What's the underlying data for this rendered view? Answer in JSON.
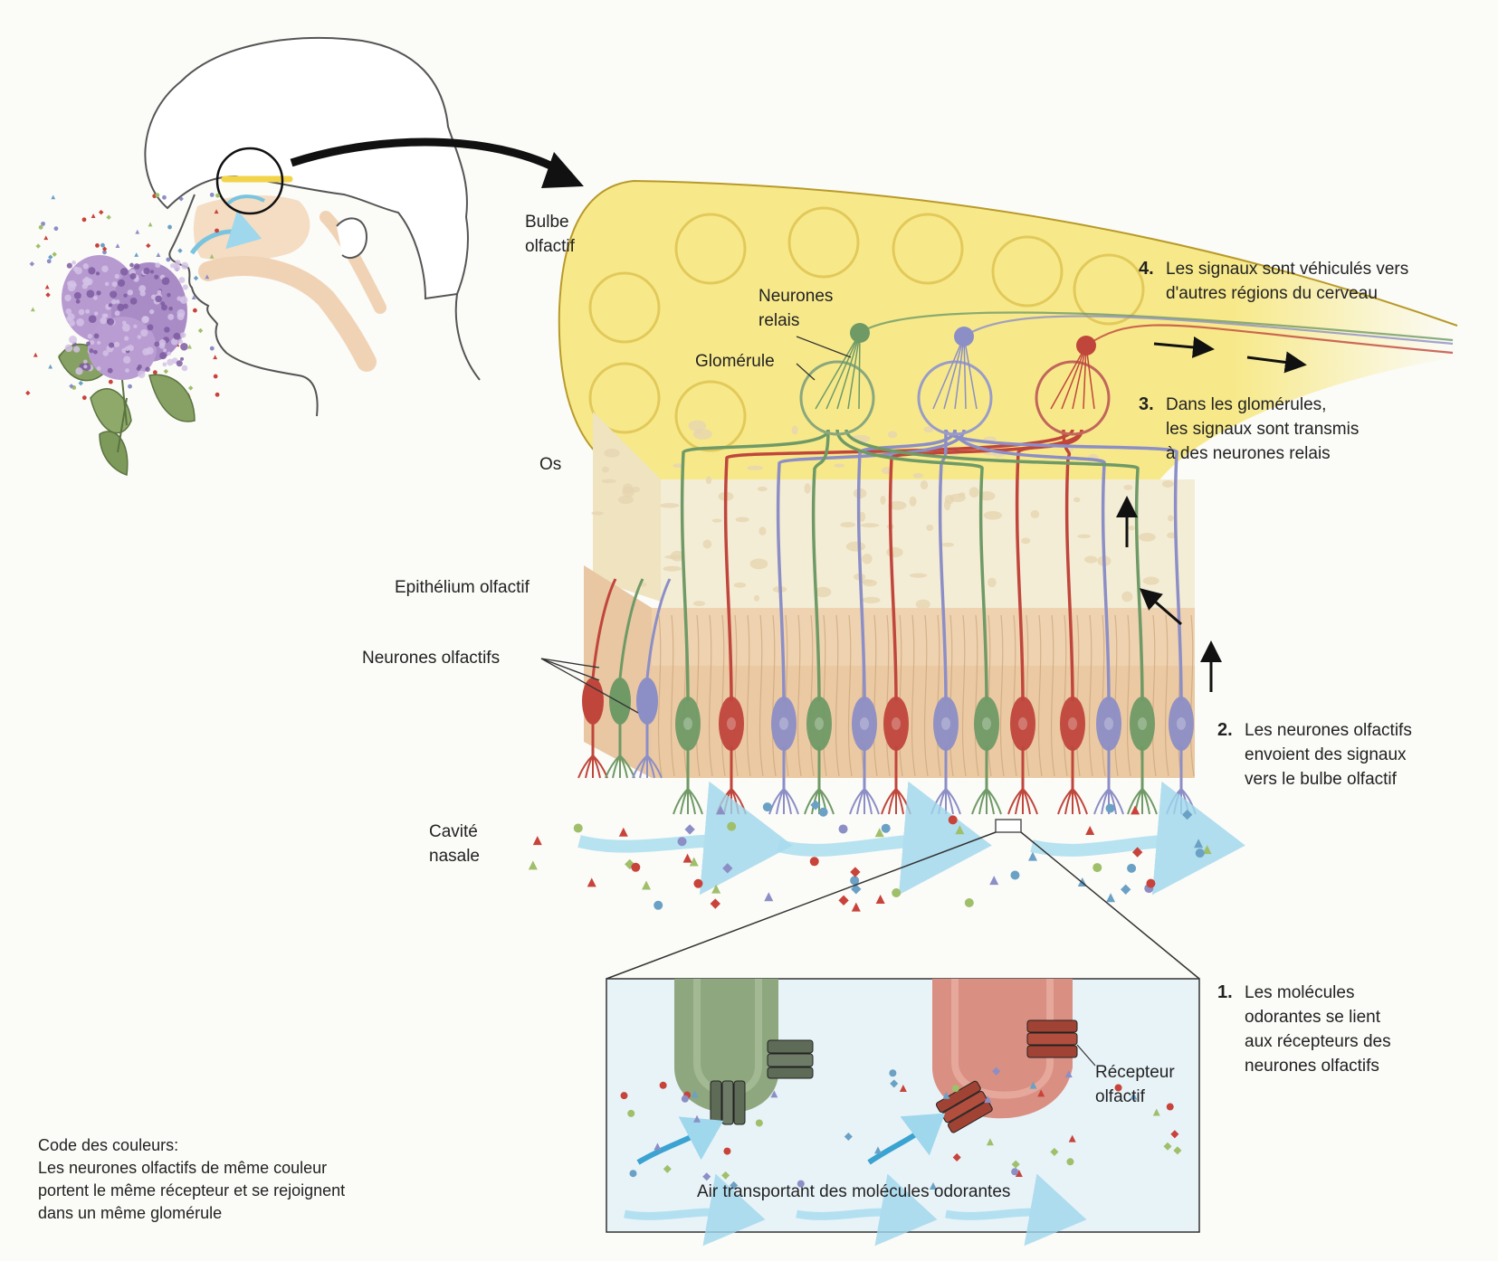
{
  "labels": {
    "bulbe": [
      "Bulbe",
      "olfactif"
    ],
    "neurones_relais": [
      "Neurones",
      "relais"
    ],
    "glomerule": "Glomérule",
    "os": "Os",
    "epithelium": "Epithélium olfactif",
    "neurones_olfactifs": "Neurones olfactifs",
    "cavite": [
      "Cavité",
      "nasale"
    ],
    "recepteur": [
      "Récepteur",
      "olfactif"
    ],
    "air": "Air transportant des molécules odorantes"
  },
  "steps": [
    {
      "num": "1.",
      "lines": [
        "Les molécules",
        "odorantes se lient",
        "aux récepteurs des",
        "neurones olfactifs"
      ]
    },
    {
      "num": "2.",
      "lines": [
        "Les neurones olfactifs",
        "envoient des signaux",
        "vers le bulbe olfactif"
      ]
    },
    {
      "num": "3.",
      "lines": [
        "Dans les glomérules,",
        "les signaux sont transmis",
        "à des neurones relais"
      ]
    },
    {
      "num": "4.",
      "lines": [
        "Les signaux sont véhiculés vers",
        "d'autres régions du cerveau"
      ]
    }
  ],
  "legend": {
    "title": "Code des couleurs:",
    "lines": [
      "Les neurones olfactifs de même couleur",
      "portent le même récepteur et se rejoignent",
      "dans un même glomérule"
    ]
  },
  "colors": {
    "bulb": "#f7e98a",
    "bulb_edge": "#b89a2a",
    "bone": "#f4edd6",
    "epithelium": "#efd2b0",
    "neuron_green": "#6f9a66",
    "neuron_purple": "#8c8ec6",
    "neuron_red": "#c0463c",
    "air_flow": "#8fd0e8",
    "lilac": "#b79ad0",
    "leaf": "#7e9a5a",
    "inset_bg": "#e8f3f8"
  }
}
